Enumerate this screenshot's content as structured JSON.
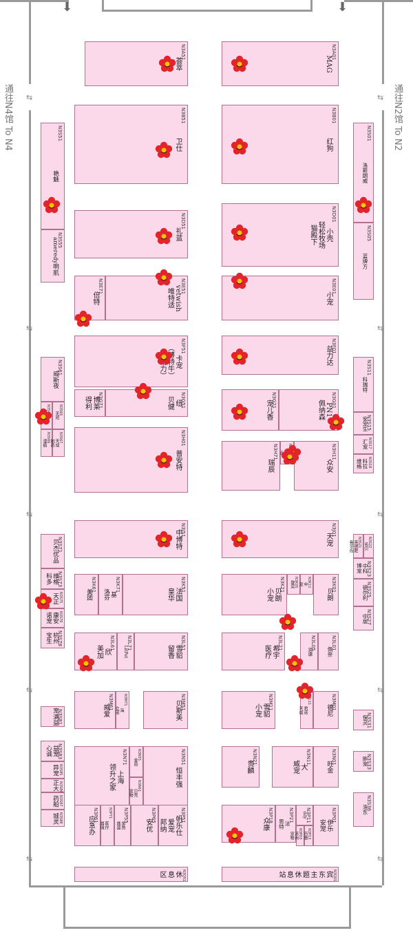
{
  "gates": {
    "right_cn": "通往N2馆",
    "right_en": "To N2",
    "left_cn": "通往N4馆",
    "left_en": "To N4"
  },
  "booths": [
    {
      "id": "N3A51",
      "name": "荟萃"
    },
    {
      "id": "N3A01",
      "name": "MAG"
    },
    {
      "id": "N3B51",
      "name": "卫仕"
    },
    {
      "id": "N3B01",
      "name": "红狗"
    },
    {
      "id": "N3S01",
      "name": "洛斯朗威"
    },
    {
      "id": "N3S05",
      "name": "蓝牌方"
    },
    {
      "id": "N3S51",
      "name": "艳魅"
    },
    {
      "id": "N3S55",
      "name": "ameredy明肌"
    },
    {
      "id": "N3D51",
      "name": "礼蓝"
    },
    {
      "id": "N3D01",
      "name": "小壳\n轻松牧场\n猫殿下"
    },
    {
      "id": "N3E51",
      "name": "vetwish\n唯特适"
    },
    {
      "id": "N3E71",
      "name": "倍特"
    },
    {
      "id": "N3E01",
      "name": "小宠"
    },
    {
      "id": "N3F51",
      "name": "卡宠\n（博特牛）\n（基格力）"
    },
    {
      "id": "N3F01",
      "name": "益力达"
    },
    {
      "id": "N3S11",
      "name": "科瑞特"
    },
    {
      "id": "N3S61",
      "name": "威斯夜"
    },
    {
      "id": "N3G51",
      "name": "纽\n贝健"
    },
    {
      "id": "N3G71",
      "name": "博莱\n得利"
    },
    {
      "id": "N3G01",
      "name": "PN1\n佩纳森"
    },
    {
      "id": "N3G21",
      "name": "宠儿香"
    },
    {
      "id": "N3S15",
      "name": "安宠生"
    },
    {
      "id": "N3S17",
      "name": "汇宠"
    },
    {
      "id": "N3S18",
      "name": "科拉\n维格"
    },
    {
      "id": "N3S63",
      "name": "狗狗衫"
    },
    {
      "id": "N3S65",
      "name": "无咫"
    },
    {
      "id": "N3S66",
      "name": "漫痕"
    },
    {
      "id": "N3S67",
      "name": "天成\n制药"
    },
    {
      "id": "N3H01",
      "name": "普安特"
    },
    {
      "id": "N3H71",
      "name": "瑞辰"
    },
    {
      "id": "N3H16",
      "name": "君\n品"
    },
    {
      "id": "N3H11",
      "name": "众安"
    },
    {
      "id": "N3J51",
      "name": "中博特"
    },
    {
      "id": "N3J01",
      "name": "天宠"
    },
    {
      "id": "N3S71",
      "name": "贝杰优品"
    },
    {
      "id": "N3S21",
      "name": "英德肥\n骨牙齿"
    },
    {
      "id": "N3S22",
      "name": "名贝"
    },
    {
      "id": "N3S23",
      "name": "中科\n博宠"
    },
    {
      "id": "N3S25",
      "name": "德尔利"
    },
    {
      "id": "N3S27",
      "name": "中居"
    },
    {
      "id": "N3K51",
      "name": "法国\n皇华"
    },
    {
      "id": "N3K61",
      "name": "美团"
    },
    {
      "id": "N3K71",
      "name": "基\n洛芬"
    },
    {
      "id": "N3K01",
      "name": "贝朗"
    },
    {
      "id": "N3K21",
      "name": "贝朗\n小宠"
    },
    {
      "id": "N3K05",
      "name": "旋奕"
    },
    {
      "id": "N3K11",
      "name": "中\n宠"
    },
    {
      "id": "N3S73",
      "name": "维格\n科多"
    },
    {
      "id": "N3S75",
      "name": "天正"
    },
    {
      "id": "N3S76",
      "name": "康安\n诺宠"
    },
    {
      "id": "N3S78",
      "name": "杭州\n宝生"
    },
    {
      "id": "N3L51",
      "name": "雪貂\n留香"
    },
    {
      "id": "N3L71",
      "name": "LitPet"
    },
    {
      "id": "N3L61",
      "name": "欣\n美加"
    },
    {
      "id": "N3L21",
      "name": "希宇\n医疗"
    },
    {
      "id": "N3L01",
      "name": "佩奈"
    },
    {
      "id": "N3L05",
      "name": "润康"
    },
    {
      "id": "N3M51",
      "name": "贝斯美"
    },
    {
      "id": "N3M61",
      "name": "威爱"
    },
    {
      "id": "N3M71",
      "name": "海\n立诺"
    },
    {
      "id": "N3M11",
      "name": "雪貂\n小宠"
    },
    {
      "id": "N3M01",
      "name": "德尼"
    },
    {
      "id": "N3L11",
      "name": "君诺\n天成"
    },
    {
      "id": "N3S81",
      "name": "宠满益"
    },
    {
      "id": "N3S31",
      "name": "保灵"
    },
    {
      "id": "N3N51",
      "name": "恒丰强"
    },
    {
      "id": "N3N55",
      "name": "金芭"
    },
    {
      "id": "N3N61",
      "name": "贝壳\n宠物"
    },
    {
      "id": "N3N71",
      "name": "上海\n领升之家"
    },
    {
      "id": "N3N21",
      "name": "贵麟"
    },
    {
      "id": "N3N01",
      "name": "旺金"
    },
    {
      "id": "N3N11",
      "name": "大\n威宠"
    },
    {
      "id": "N3S83",
      "name": "益宠\n心诚"
    },
    {
      "id": "N3S85",
      "name": "异宠"
    },
    {
      "id": "N3S86",
      "name": "正大"
    },
    {
      "id": "N3S87",
      "name": "药船"
    },
    {
      "id": "N3S88",
      "name": "城灵"
    },
    {
      "id": "N3S33",
      "name": "胖宠"
    },
    {
      "id": "N3S36",
      "name": "洛东"
    },
    {
      "id": "N3P51",
      "name": "帆乐仕\n爱宠\n邦纳"
    },
    {
      "id": "N3P61",
      "name": "应急办"
    },
    {
      "id": "N3P65",
      "name": "安优"
    },
    {
      "id": "N3P55",
      "name": "常熟\n鼎盛"
    },
    {
      "id": "N3P71",
      "name": "医疗\n器械"
    },
    {
      "id": "N3P18",
      "name": "众康"
    },
    {
      "id": "N3P21",
      "name": "法\n思特"
    },
    {
      "id": "N3P01",
      "name": "伊乐\n安宠"
    },
    {
      "id": "N3P11",
      "name": "ddy"
    },
    {
      "id": "N3P03",
      "name": "苏州\n宠物"
    },
    {
      "id": "N3P13",
      "name": "百兽"
    },
    {
      "id": "N3Q51",
      "name": "休\n息\n区"
    },
    {
      "id": "N3Q01",
      "name": "宾\n东\n主\n题\n休\n息\n站"
    }
  ]
}
